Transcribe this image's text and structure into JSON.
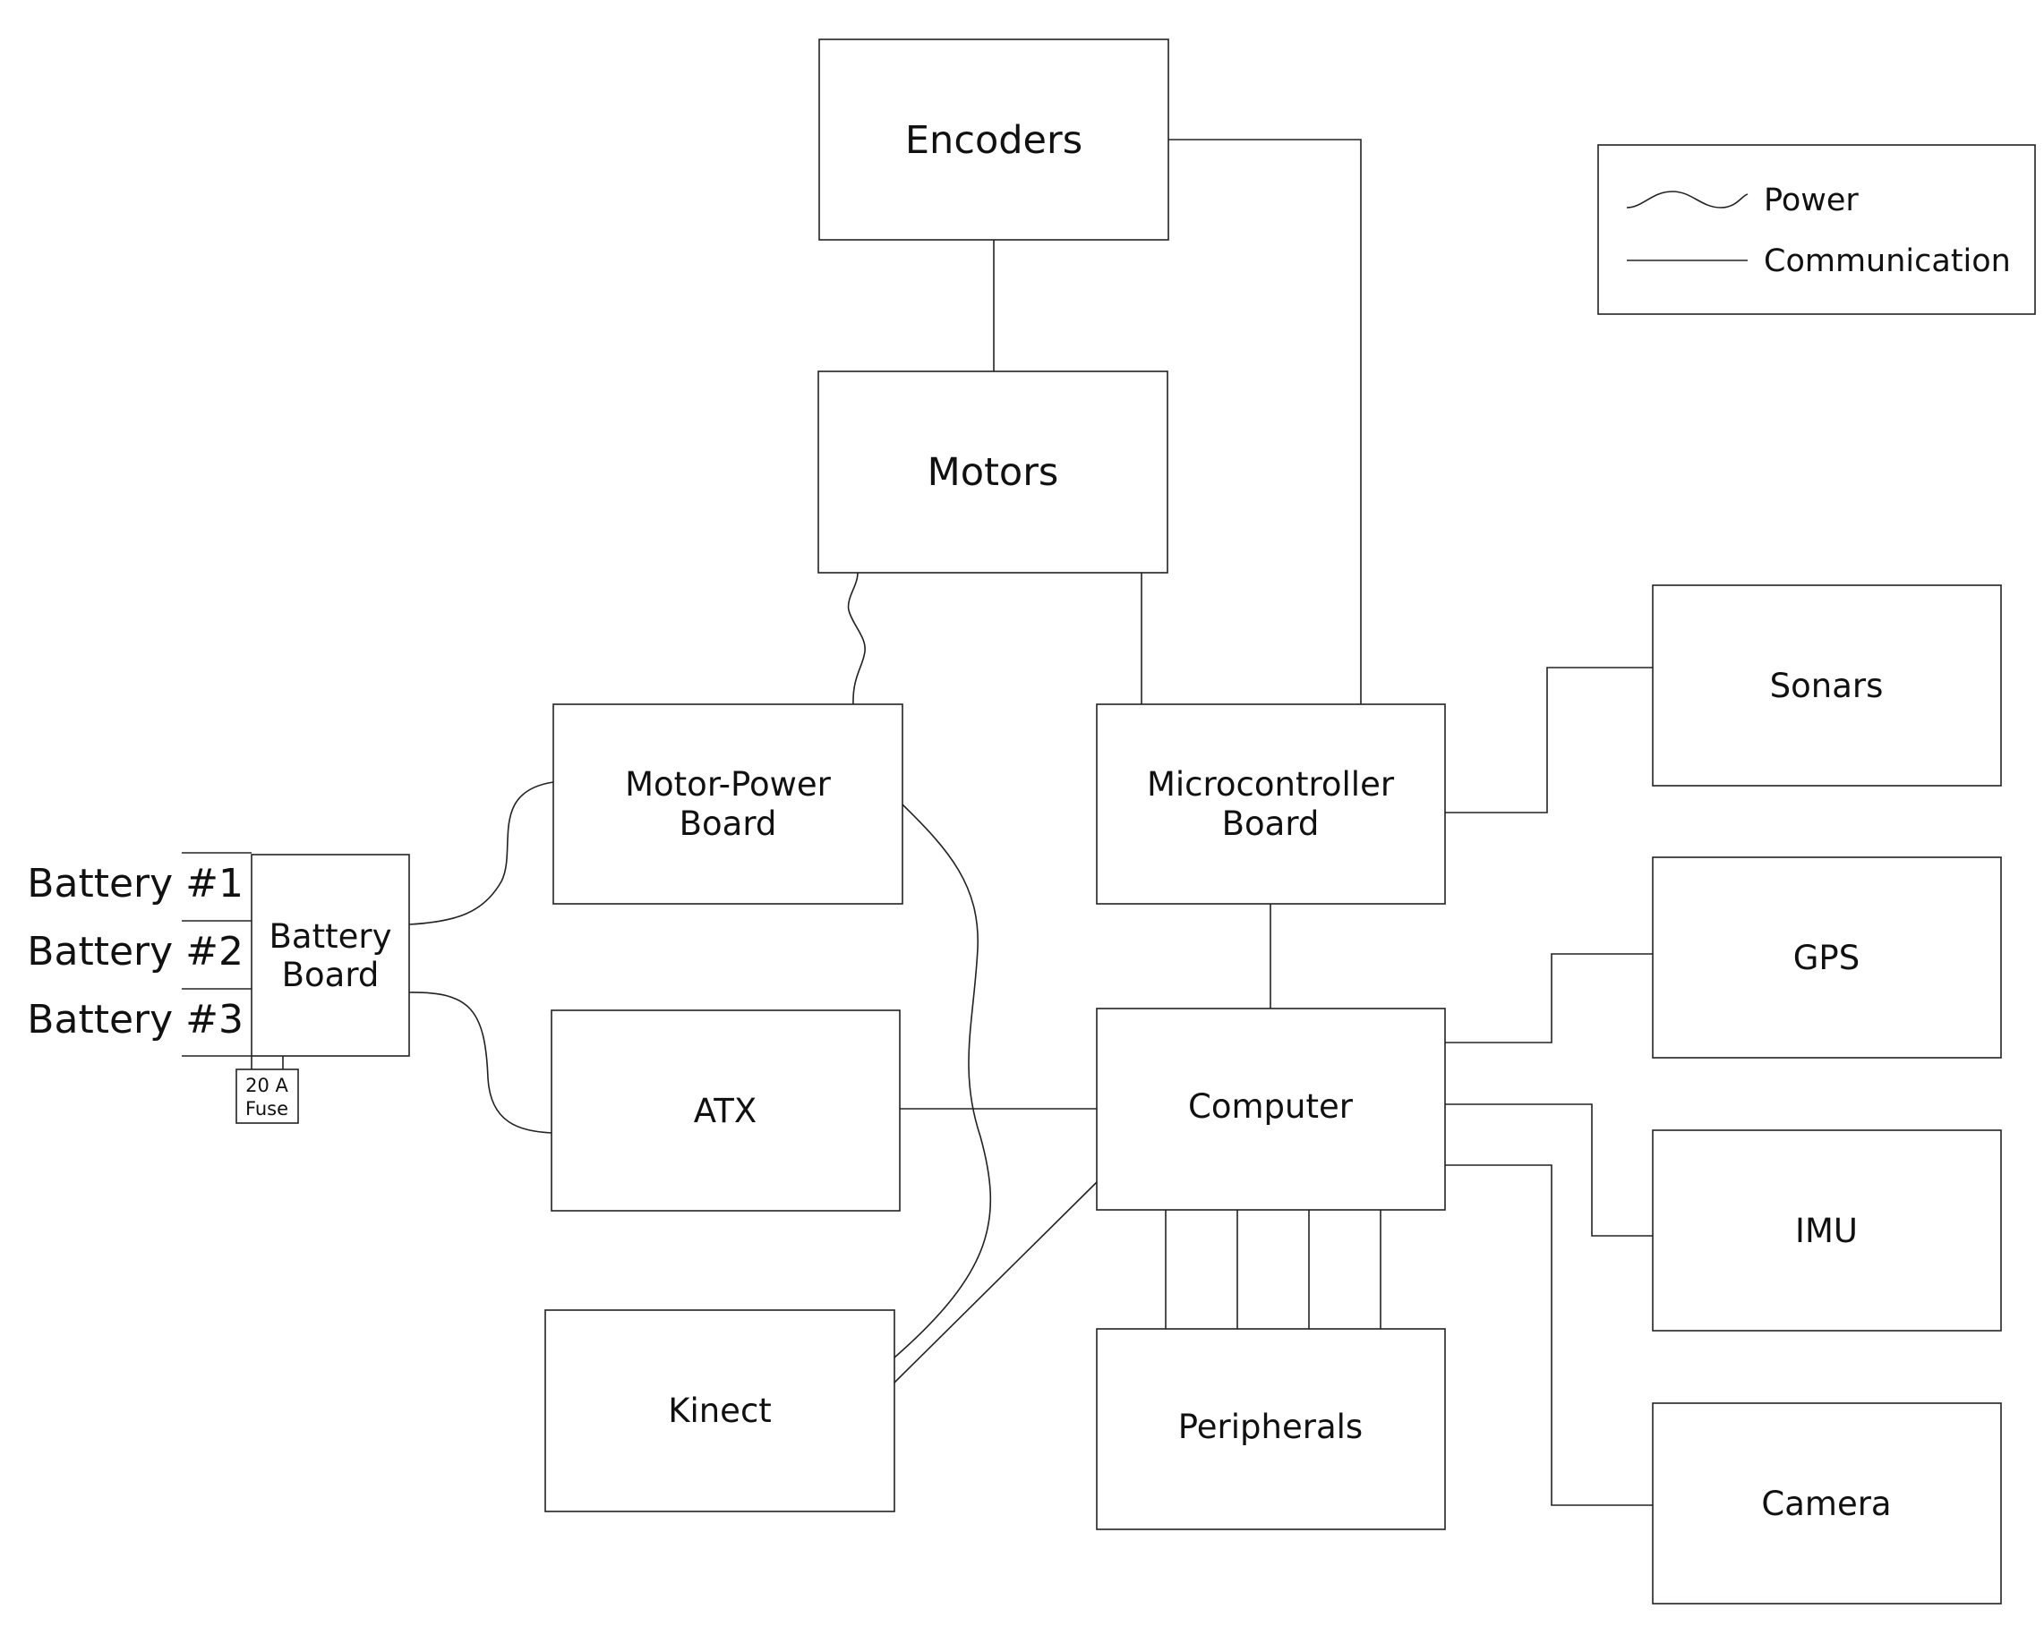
{
  "nodes": {
    "encoders": [
      "Encoders"
    ],
    "motors": [
      "Motors"
    ],
    "motor_power_board": [
      "Motor-Power",
      "Board"
    ],
    "microcontroller_board": [
      "Microcontroller",
      "Board"
    ],
    "battery_board": [
      "Battery",
      "Board"
    ],
    "atx": [
      "ATX"
    ],
    "computer": [
      "Computer"
    ],
    "kinect": [
      "Kinect"
    ],
    "peripherals": [
      "Peripherals"
    ],
    "sonars": [
      "Sonars"
    ],
    "gps": [
      "GPS"
    ],
    "imu": [
      "IMU"
    ],
    "camera": [
      "Camera"
    ],
    "fuse": [
      "20 A",
      "Fuse"
    ]
  },
  "batteries": [
    "Battery #1",
    "Battery #2",
    "Battery #3"
  ],
  "legend": {
    "power": "Power",
    "communication": "Communication"
  },
  "edges": [
    {
      "from": "encoders",
      "to": "motors",
      "kind": "communication"
    },
    {
      "from": "encoders",
      "to": "microcontroller_board",
      "kind": "communication"
    },
    {
      "from": "motors",
      "to": "microcontroller_board",
      "kind": "communication"
    },
    {
      "from": "motors",
      "to": "motor_power_board",
      "kind": "power"
    },
    {
      "from": "battery_board",
      "to": "motor_power_board",
      "kind": "power"
    },
    {
      "from": "battery_board",
      "to": "atx",
      "kind": "power"
    },
    {
      "from": "motor_power_board",
      "to": "kinect",
      "kind": "power"
    },
    {
      "from": "microcontroller_board",
      "to": "sonars",
      "kind": "communication"
    },
    {
      "from": "microcontroller_board",
      "to": "computer",
      "kind": "communication"
    },
    {
      "from": "atx",
      "to": "computer",
      "kind": "communication"
    },
    {
      "from": "kinect",
      "to": "computer",
      "kind": "communication"
    },
    {
      "from": "computer",
      "to": "gps",
      "kind": "communication"
    },
    {
      "from": "computer",
      "to": "imu",
      "kind": "communication"
    },
    {
      "from": "computer",
      "to": "camera",
      "kind": "communication"
    },
    {
      "from": "computer",
      "to": "peripherals",
      "kind": "communication",
      "count": 4
    }
  ]
}
